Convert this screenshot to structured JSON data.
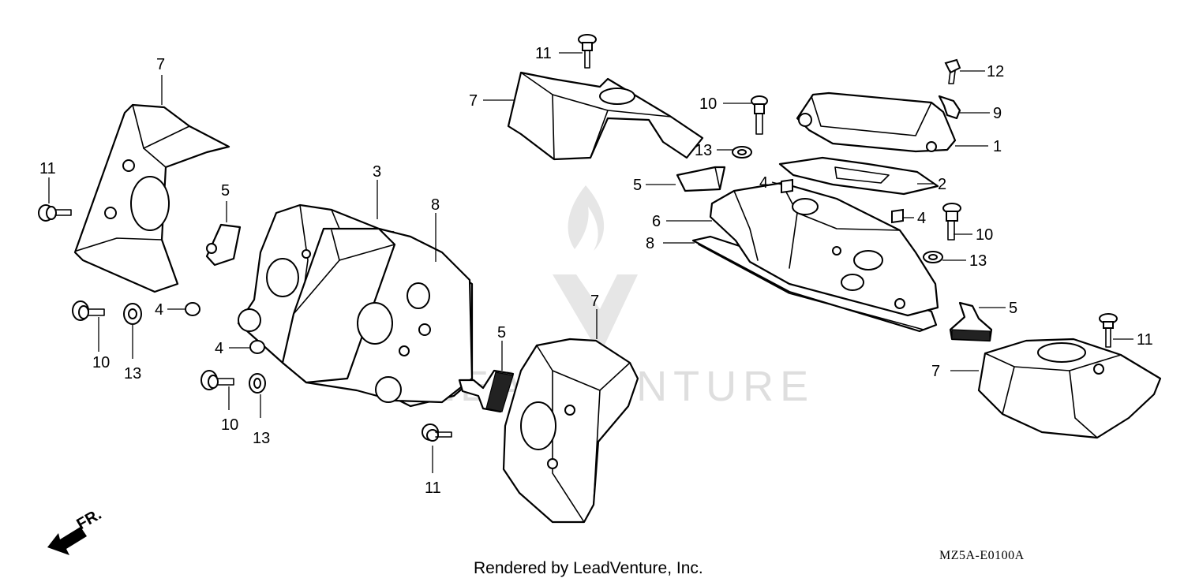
{
  "diagram": {
    "watermark_text": "LEADVENTURE",
    "footer_credit": "Rendered by LeadVenture, Inc.",
    "diagram_code": "MZ5A-E0100A",
    "front_arrow_label": "FR.",
    "callouts": [
      {
        "id": "c01",
        "label": "11"
      },
      {
        "id": "c02",
        "label": "7"
      },
      {
        "id": "c03",
        "label": "10"
      },
      {
        "id": "c04",
        "label": "12"
      },
      {
        "id": "c05",
        "label": "9"
      },
      {
        "id": "c06",
        "label": "13"
      },
      {
        "id": "c07",
        "label": "1"
      },
      {
        "id": "c08",
        "label": "5"
      },
      {
        "id": "c09",
        "label": "4"
      },
      {
        "id": "c10",
        "label": "2"
      },
      {
        "id": "c11",
        "label": "6"
      },
      {
        "id": "c12",
        "label": "4"
      },
      {
        "id": "c13",
        "label": "10"
      },
      {
        "id": "c14",
        "label": "8"
      },
      {
        "id": "c15",
        "label": "13"
      },
      {
        "id": "c16",
        "label": "5"
      },
      {
        "id": "c17",
        "label": "11"
      },
      {
        "id": "c18",
        "label": "7"
      },
      {
        "id": "c19",
        "label": "7"
      },
      {
        "id": "c20",
        "label": "11"
      },
      {
        "id": "c21",
        "label": "5"
      },
      {
        "id": "c22",
        "label": "3"
      },
      {
        "id": "c23",
        "label": "8"
      },
      {
        "id": "c24",
        "label": "4"
      },
      {
        "id": "c25",
        "label": "10"
      },
      {
        "id": "c26",
        "label": "13"
      },
      {
        "id": "c27",
        "label": "4"
      },
      {
        "id": "c28",
        "label": "10"
      },
      {
        "id": "c29",
        "label": "13"
      },
      {
        "id": "c30",
        "label": "7"
      },
      {
        "id": "c31",
        "label": "5"
      },
      {
        "id": "c32",
        "label": "11"
      }
    ]
  }
}
